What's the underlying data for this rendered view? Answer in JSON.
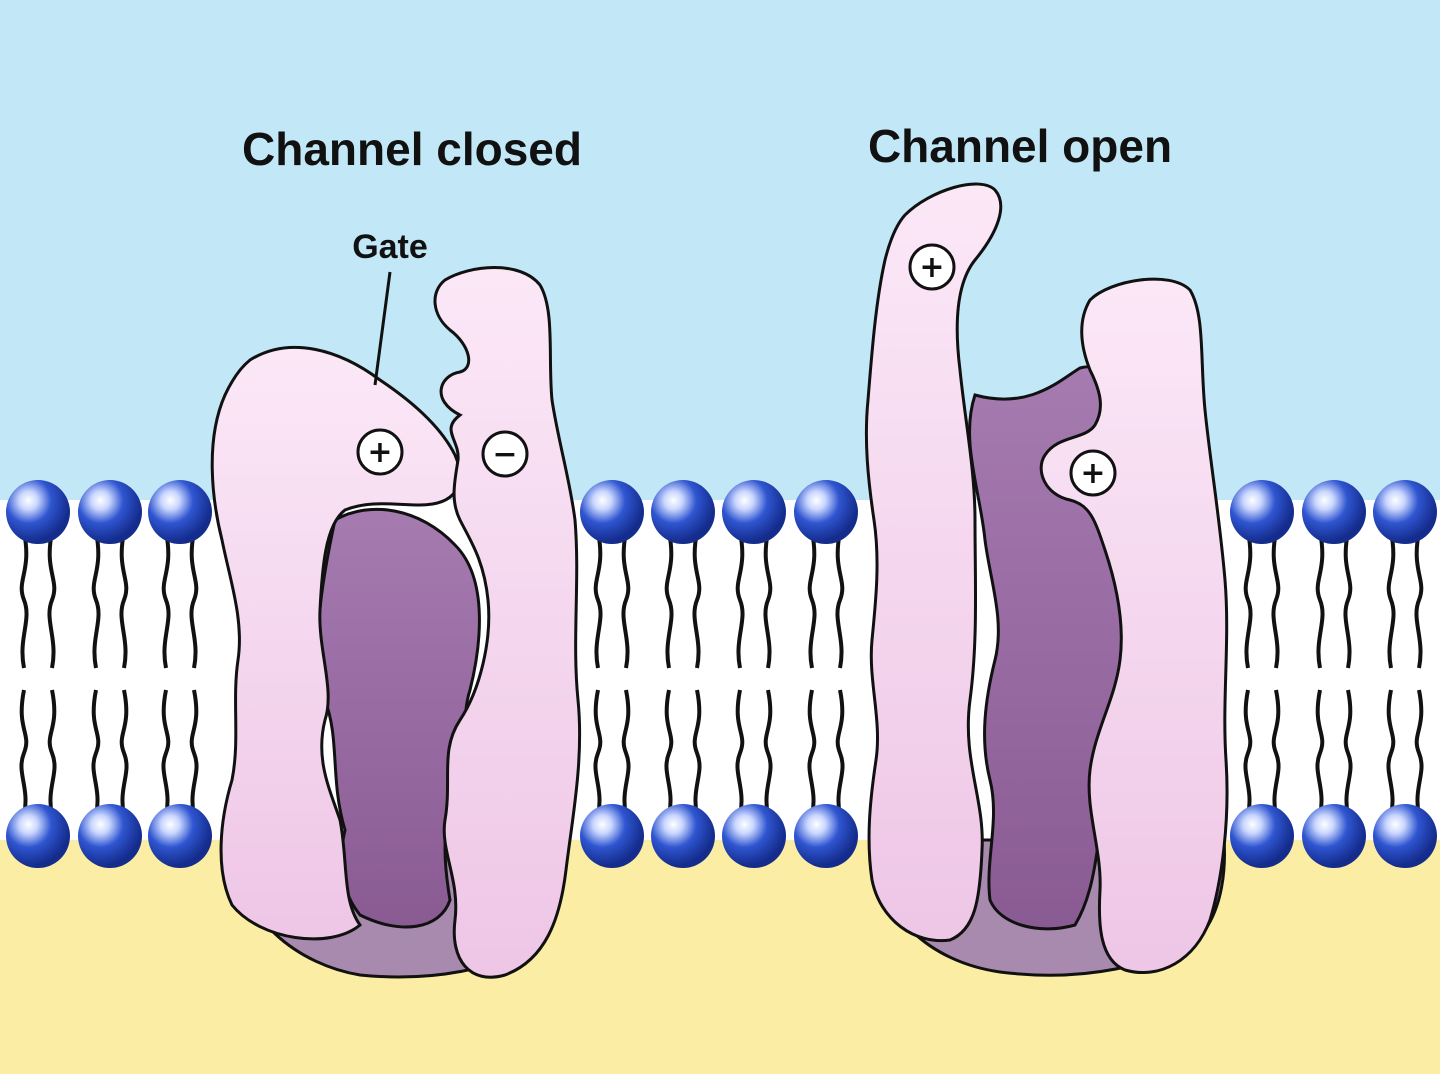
{
  "diagram": {
    "closed_title": "Channel closed",
    "open_title": "Channel open",
    "gate_label": "Gate",
    "charges": {
      "closed_left": "+",
      "closed_right": "−",
      "open_top": "+",
      "open_right": "+"
    }
  },
  "colors": {
    "extracellular": "#c2e8f7",
    "cytoplasm": "#fbeda3",
    "membrane_core": "#ffffff",
    "lipid_head": "#1c3fb5",
    "protein_light": "#f6d9f0",
    "protein_dark": "#9a6aa0",
    "outline": "#111111"
  }
}
